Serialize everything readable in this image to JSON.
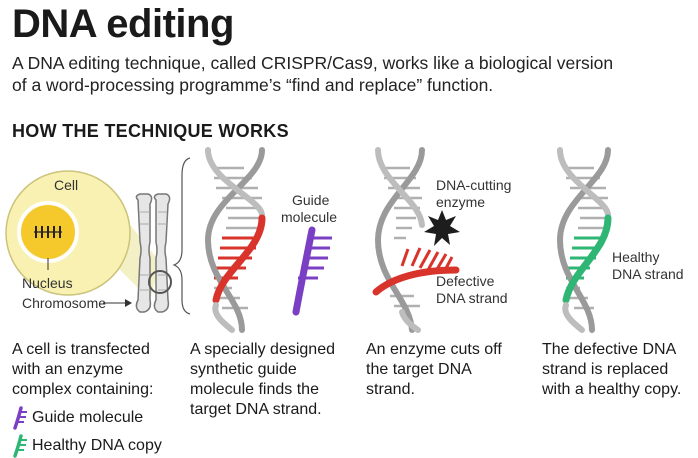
{
  "header": {
    "title": "DNA editing",
    "subtitle_line1": "A DNA editing technique, called CRISPR/Cas9, works like a biological version",
    "subtitle_line2": "of a word-processing programme’s “find and replace” function."
  },
  "section": {
    "heading": "HOW THE TECHNIQUE WORKS"
  },
  "labels": {
    "cell": "Cell",
    "nucleus": "Nucleus",
    "chromosome": "Chromosome",
    "guide_molecule_line1": "Guide",
    "guide_molecule_line2": "molecule",
    "dna_cutting_line1": "DNA-cutting",
    "dna_cutting_line2": "enzyme",
    "defective_line1": "Defective",
    "defective_line2": "DNA strand",
    "healthy_line1": "Healthy",
    "healthy_line2": "DNA strand"
  },
  "steps": [
    {
      "lines": [
        "A cell is transfected",
        "with an enzyme",
        "complex containing:"
      ]
    },
    {
      "lines": [
        "A specially designed",
        "synthetic guide",
        "molecule finds the",
        "target DNA strand."
      ]
    },
    {
      "lines": [
        "An enzyme cuts off",
        "the target DNA",
        "strand."
      ]
    },
    {
      "lines": [
        "The defective DNA",
        "strand is replaced",
        "with a healthy copy."
      ]
    }
  ],
  "legend": [
    {
      "label": "Guide molecule",
      "icon": "guide-molecule-icon",
      "color": "#7b3fc4"
    },
    {
      "label": "Healthy DNA copy",
      "icon": "healthy-dna-icon",
      "color": "#2fb574"
    }
  ],
  "colors": {
    "helix": "#aaaaaa",
    "defective": "#d9342b",
    "guide": "#7b3fc4",
    "healthy": "#2fb574",
    "cell_fill": "#f8f1b2",
    "nucleus_fill": "#f5c92c"
  }
}
